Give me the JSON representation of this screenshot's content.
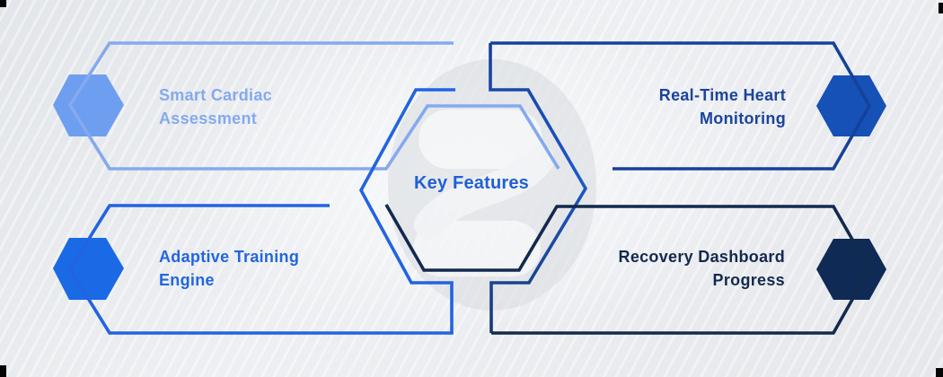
{
  "center": {
    "label": "Key Features",
    "color": "#2060d5"
  },
  "features": [
    {
      "position": "top-left",
      "line1": "Smart Cardiac",
      "line2": "Assessment",
      "text_color": "#85a9ef",
      "hexagon_color": "#6d9ef0",
      "connector_color": "#85a9ef"
    },
    {
      "position": "top-right",
      "line1": "Real-Time Heart",
      "line2": "Monitoring",
      "text_color": "#1a449c",
      "hexagon_color": "#1551b6",
      "connector_color": "#16419b"
    },
    {
      "position": "bottom-left",
      "line1": "Adaptive Training",
      "line2": "Engine",
      "text_color": "#2166e0",
      "hexagon_color": "#1a6ae6",
      "connector_color": "#2263e2"
    },
    {
      "position": "bottom-right",
      "line1": "Recovery Dashboard",
      "line2": "Progress",
      "text_color": "#13294d",
      "hexagon_color": "#0f2a54",
      "connector_color": "#13294e"
    }
  ],
  "background": {
    "base": "#e9ebee",
    "stripe_color": "#ffffff"
  },
  "watermark": {
    "shape": "abstract-swoosh"
  }
}
